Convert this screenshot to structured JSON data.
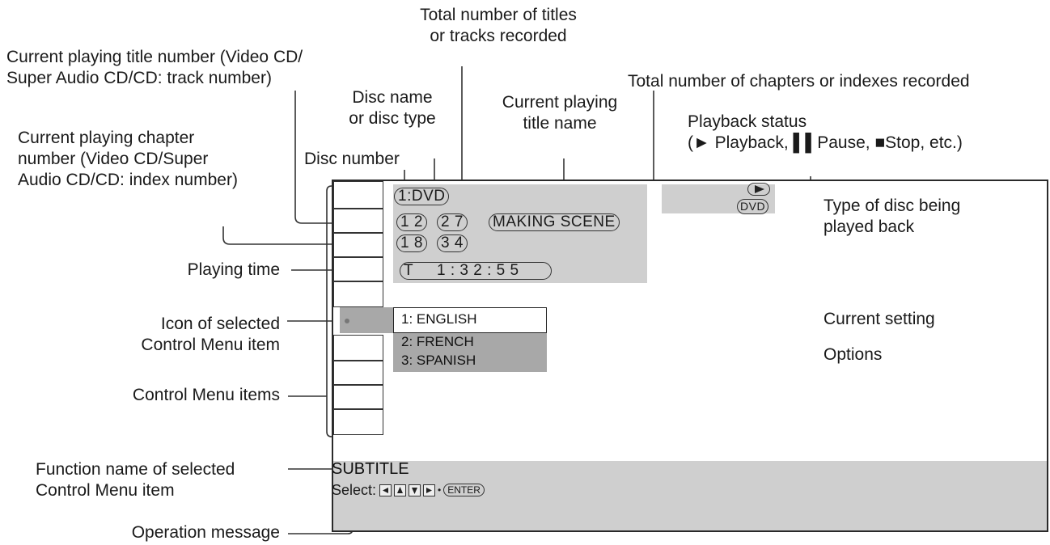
{
  "annotations": {
    "total_titles": [
      "Total number of titles",
      "or tracks recorded"
    ],
    "current_title_number": [
      "Current playing title number (Video CD/",
      "Super Audio CD/CD: track number)"
    ],
    "disc_name": [
      "Disc name",
      "or disc type"
    ],
    "current_title_name": [
      "Current playing",
      "title name"
    ],
    "total_chapters": [
      "Total number of chapters or indexes recorded"
    ],
    "playback_status": [
      "Playback status",
      "(► Playback, ▌▌Pause, ■Stop, etc.)"
    ],
    "current_chapter_number": [
      "Current playing chapter",
      "number (Video CD/Super",
      "Audio CD/CD: index number)"
    ],
    "disc_number": [
      "Disc number"
    ],
    "type_of_disc": [
      "Type of disc being",
      "played back"
    ],
    "playing_time": [
      "Playing time"
    ],
    "icon_selected": [
      "Icon of selected",
      "Control Menu item"
    ],
    "current_setting": [
      "Current setting"
    ],
    "options": [
      "Options"
    ],
    "control_menu_items": [
      "Control Menu items"
    ],
    "function_name": [
      "Function name of selected",
      "Control Menu item"
    ],
    "operation_message": [
      "Operation message"
    ]
  },
  "screen": {
    "disc": "1:DVD",
    "title_number": "1 2",
    "total_titles": "2 7",
    "title_name": "MAKING SCENE",
    "chapter_number": "1 8",
    "total_chapters": "3 4",
    "time_prefix": "T",
    "playing_time": "1 : 3 2 : 5 5",
    "disc_type": "DVD",
    "options": [
      "1: ENGLISH",
      "2: FRENCH",
      "3: SPANISH"
    ],
    "function_name": "SUBTITLE",
    "operation_prefix": "Select:",
    "enter_label": "ENTER"
  },
  "colors": {
    "screen_grey": "#cfcfcf",
    "highlight_grey": "#a8a8a8",
    "line": "#333333"
  }
}
